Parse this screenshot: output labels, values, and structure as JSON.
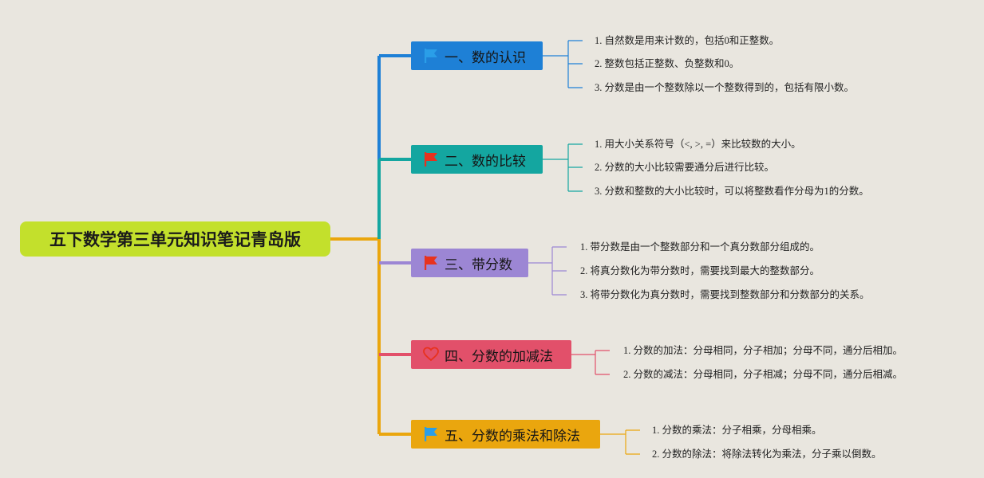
{
  "root": {
    "label": "五下数学第三单元知识笔记青岛版"
  },
  "branches": [
    {
      "label": "一、数的认识",
      "icon": "flag-icon",
      "color": "#1e80d6",
      "icon_color": "#2a9ee8",
      "items": [
        "1. 自然数是用来计数的，包括0和正整数。",
        "2. 整数包括正整数、负整数和0。",
        "3. 分数是由一个整数除以一个整数得到的，包括有限小数。"
      ]
    },
    {
      "label": "二、数的比较",
      "icon": "flag-icon",
      "color": "#14a6a0",
      "icon_color": "#e8321e",
      "items": [
        "1. 用大小关系符号（<, >, =）来比较数的大小。",
        "2. 分数的大小比较需要通分后进行比较。",
        "3. 分数和整数的大小比较时，可以将整数看作分母为1的分数。"
      ]
    },
    {
      "label": "三、带分数",
      "icon": "flag-icon",
      "color": "#9c86d4",
      "icon_color": "#e8321e",
      "items": [
        "1. 带分数是由一个整数部分和一个真分数部分组成的。",
        "2. 将真分数化为带分数时，需要找到最大的整数部分。",
        "3. 将带分数化为真分数时，需要找到整数部分和分数部分的关系。"
      ]
    },
    {
      "label": "四、分数的加减法",
      "icon": "heart-icon",
      "color": "#e2506a",
      "icon_color": "#e8321e",
      "items": [
        "1. 分数的加法：分母相同，分子相加；分母不同，通分后相加。",
        "2. 分数的减法：分母相同，分子相减；分母不同，通分后相减。"
      ]
    },
    {
      "label": "五、分数的乘法和除法",
      "icon": "flag-icon",
      "color": "#eaa60e",
      "icon_color": "#2a9ee8",
      "items": [
        "1. 分数的乘法：分子相乘，分母相乘。",
        "2. 分数的除法：将除法转化为乘法，分子乘以倒数。"
      ]
    }
  ]
}
